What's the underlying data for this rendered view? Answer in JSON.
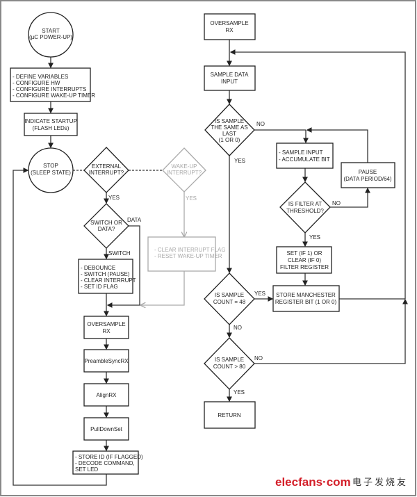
{
  "nodes": {
    "start": [
      "START",
      "(µC POWER-UP)"
    ],
    "setup": [
      "- DEFINE VARIABLES",
      "- CONFIGURE HW",
      "- CONFIGURE INTERRUPTS",
      "- CONFIGURE WAKE-UP TIMER"
    ],
    "indicate": [
      "INDICATE STARTUP",
      "(FLASH LEDs)"
    ],
    "stop": [
      "STOP",
      "(SLEEP STATE)"
    ],
    "ext_int": [
      "EXTERNAL",
      "INTERRUPT?"
    ],
    "wake_int": [
      "WAKE-UP",
      "INTERRUPT?"
    ],
    "switch_data": [
      "SWITCH OR",
      "DATA?"
    ],
    "debounce": [
      "- DEBOUNCE",
      "- SWITCH (PAUSE)",
      "- CLEAR INTERRUPT",
      "- SET ID FLAG"
    ],
    "clear_flag": [
      "- CLEAR INTERRUPT FLAG",
      "- RESET WAKE-UP TIMER"
    ],
    "oversample_left": [
      "OVERSAMPLE",
      "RX"
    ],
    "preamble": [
      "PreambleSyncRX"
    ],
    "align": [
      "AlignRX"
    ],
    "pulldown": [
      "PullDownSet"
    ],
    "store_id": [
      "- STORE ID (IF FLAGGED)",
      "- DECODE COMMAND,",
      "SET LED"
    ],
    "oversample_right": [
      "OVERSAMPLE",
      "RX"
    ],
    "sample_data": [
      "SAMPLE DATA",
      "INPUT"
    ],
    "same_as_last": [
      "IS SAMPLE",
      "THE SAME AS",
      "LAST",
      "(1 OR 0)"
    ],
    "sample_input": [
      "- SAMPLE INPUT",
      "- ACCUMULATE BIT"
    ],
    "pause": [
      "PAUSE",
      "(DATA PERIOD/64)"
    ],
    "filter_threshold": [
      "IS FILTER AT",
      "THRESHOLD?"
    ],
    "set_clear": [
      "SET (IF 1) OR",
      "CLEAR (IF 0)",
      "FILTER REGISTER"
    ],
    "count48": [
      "IS SAMPLE",
      "COUNT = 48"
    ],
    "store_manchester": [
      "STORE MANCHESTER",
      "REGISTER BIT (1 OR 0)"
    ],
    "count80": [
      "IS SAMPLE",
      "COUNT > 80"
    ],
    "return": [
      "RETURN"
    ]
  },
  "labels": {
    "yes": "YES",
    "no": "NO",
    "data": "DATA",
    "switch": "SWITCH"
  },
  "watermark": {
    "logo": "elecfans·com",
    "chinese": "电子发烧友"
  },
  "colors": {
    "line": "#333333",
    "inactive": "#aaaaaa",
    "logo": "#d4202a"
  }
}
